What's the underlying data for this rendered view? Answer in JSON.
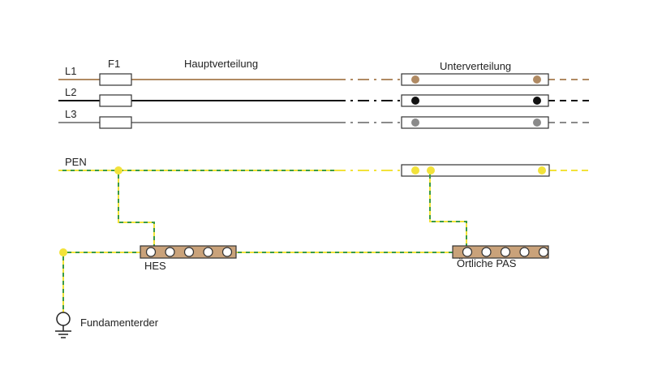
{
  "labels": {
    "l1": "L1",
    "l2": "L2",
    "l3": "L3",
    "fuse": "F1",
    "main_distribution": "Hauptverteilung",
    "sub_distribution": "Unterverteilung",
    "pen": "PEN",
    "hes": "HES",
    "local_pas": "Örtliche PAS",
    "earth_electrode": "Fundamenterder"
  },
  "colors": {
    "l1": "#b08a63",
    "l2": "#111111",
    "l3": "#8a8a8a",
    "pe_green": "#3a9a45",
    "pe_yellow": "#f2e23a",
    "bus_bar_fill": "#c9a27a",
    "frame": "#333333"
  },
  "bus_bars": {
    "hes_terminals": 5,
    "pas_terminals": 5
  }
}
